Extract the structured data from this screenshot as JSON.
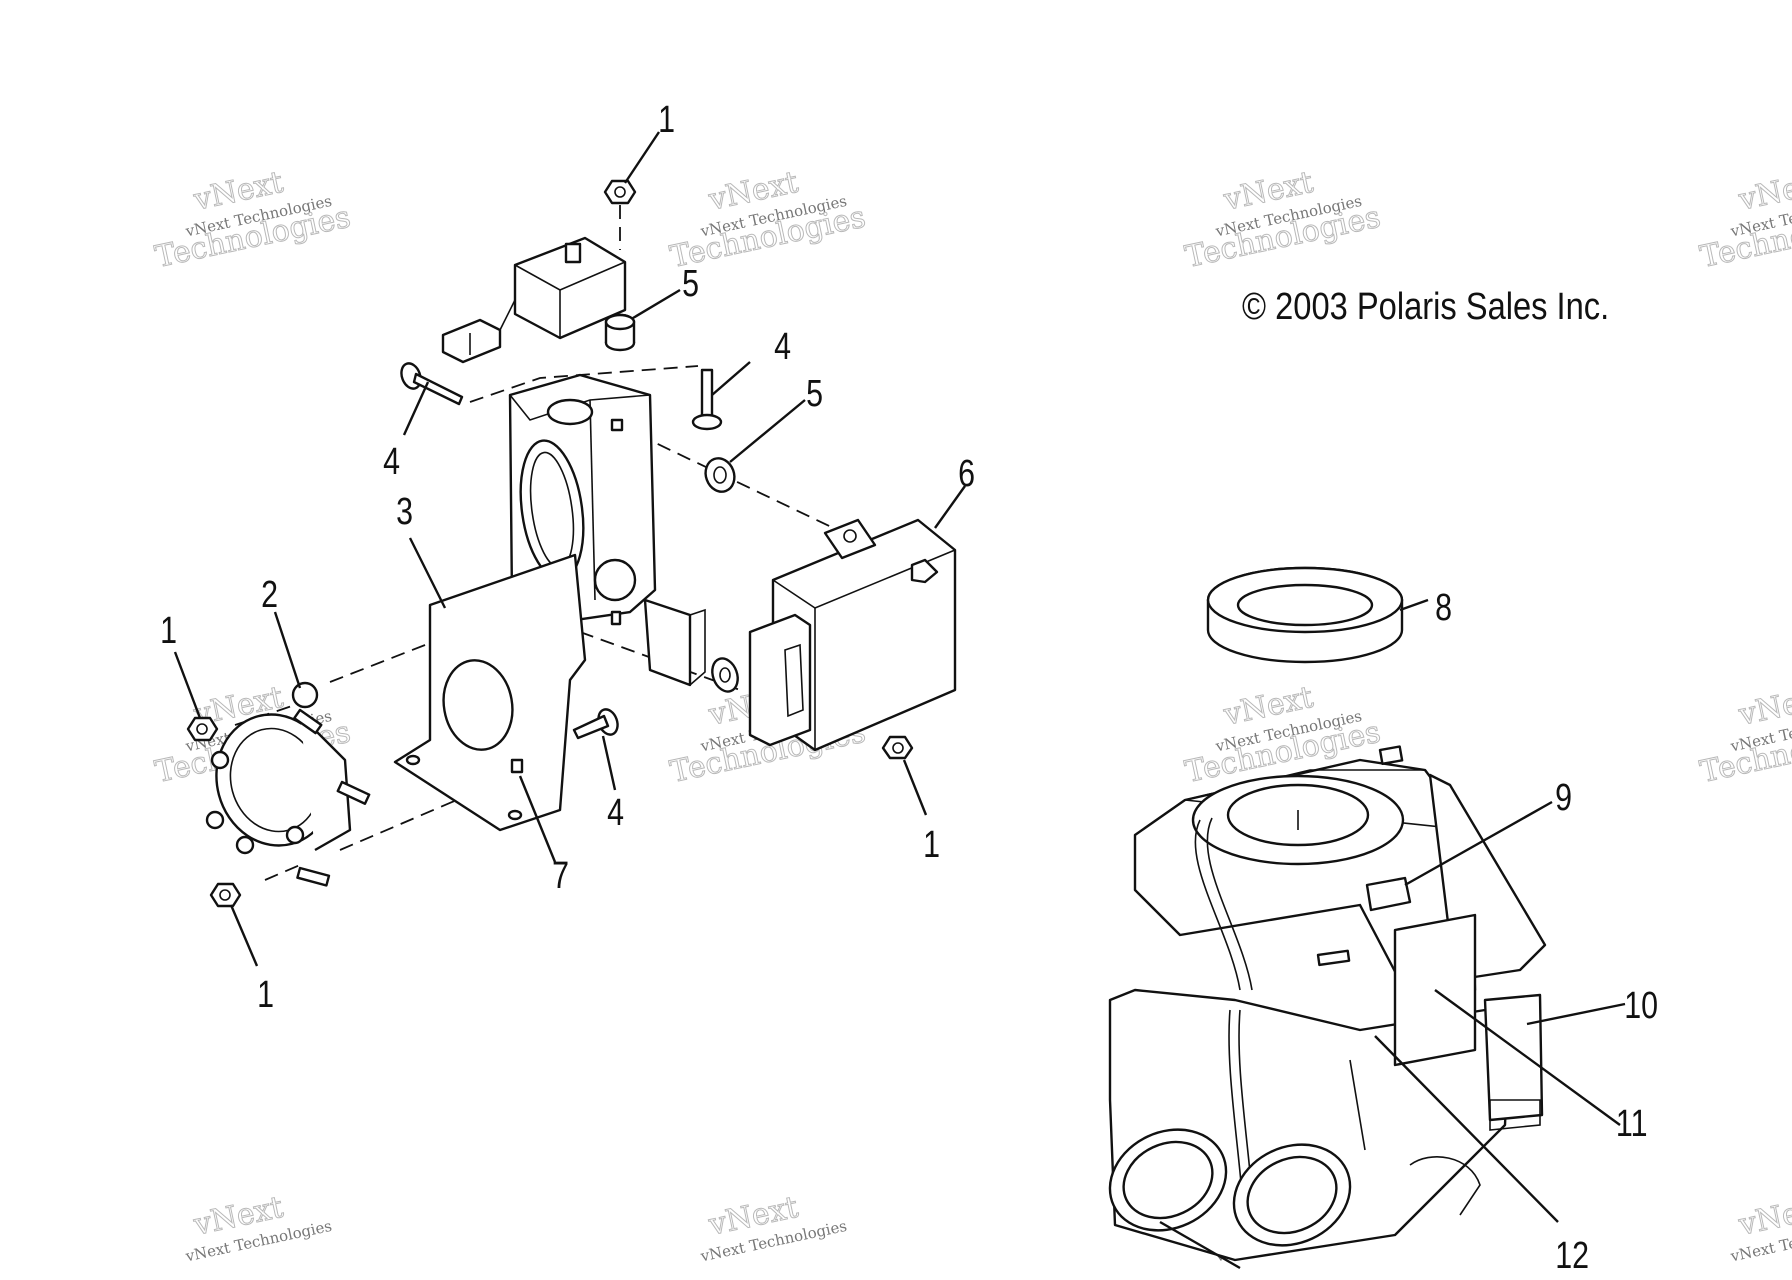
{
  "copyright": "© 2003 Polaris Sales Inc.",
  "watermark": {
    "line1": "vNext Technologies",
    "line2": "vNext",
    "line3": "Technologies"
  },
  "callouts": [
    {
      "id": "c1-top",
      "label": "1"
    },
    {
      "id": "c5-top",
      "label": "5"
    },
    {
      "id": "c4-right",
      "label": "4"
    },
    {
      "id": "c5-right",
      "label": "5"
    },
    {
      "id": "c4-left",
      "label": "4"
    },
    {
      "id": "c6",
      "label": "6"
    },
    {
      "id": "c3",
      "label": "3"
    },
    {
      "id": "c2",
      "label": "2"
    },
    {
      "id": "c1-left",
      "label": "1"
    },
    {
      "id": "c4-bottom",
      "label": "4"
    },
    {
      "id": "c1-right",
      "label": "1"
    },
    {
      "id": "c7",
      "label": "7"
    },
    {
      "id": "c1-bottom",
      "label": "1"
    },
    {
      "id": "c8",
      "label": "8"
    },
    {
      "id": "c9",
      "label": "9"
    },
    {
      "id": "c10",
      "label": "10"
    },
    {
      "id": "c11",
      "label": "11"
    },
    {
      "id": "c12",
      "label": "12"
    }
  ]
}
